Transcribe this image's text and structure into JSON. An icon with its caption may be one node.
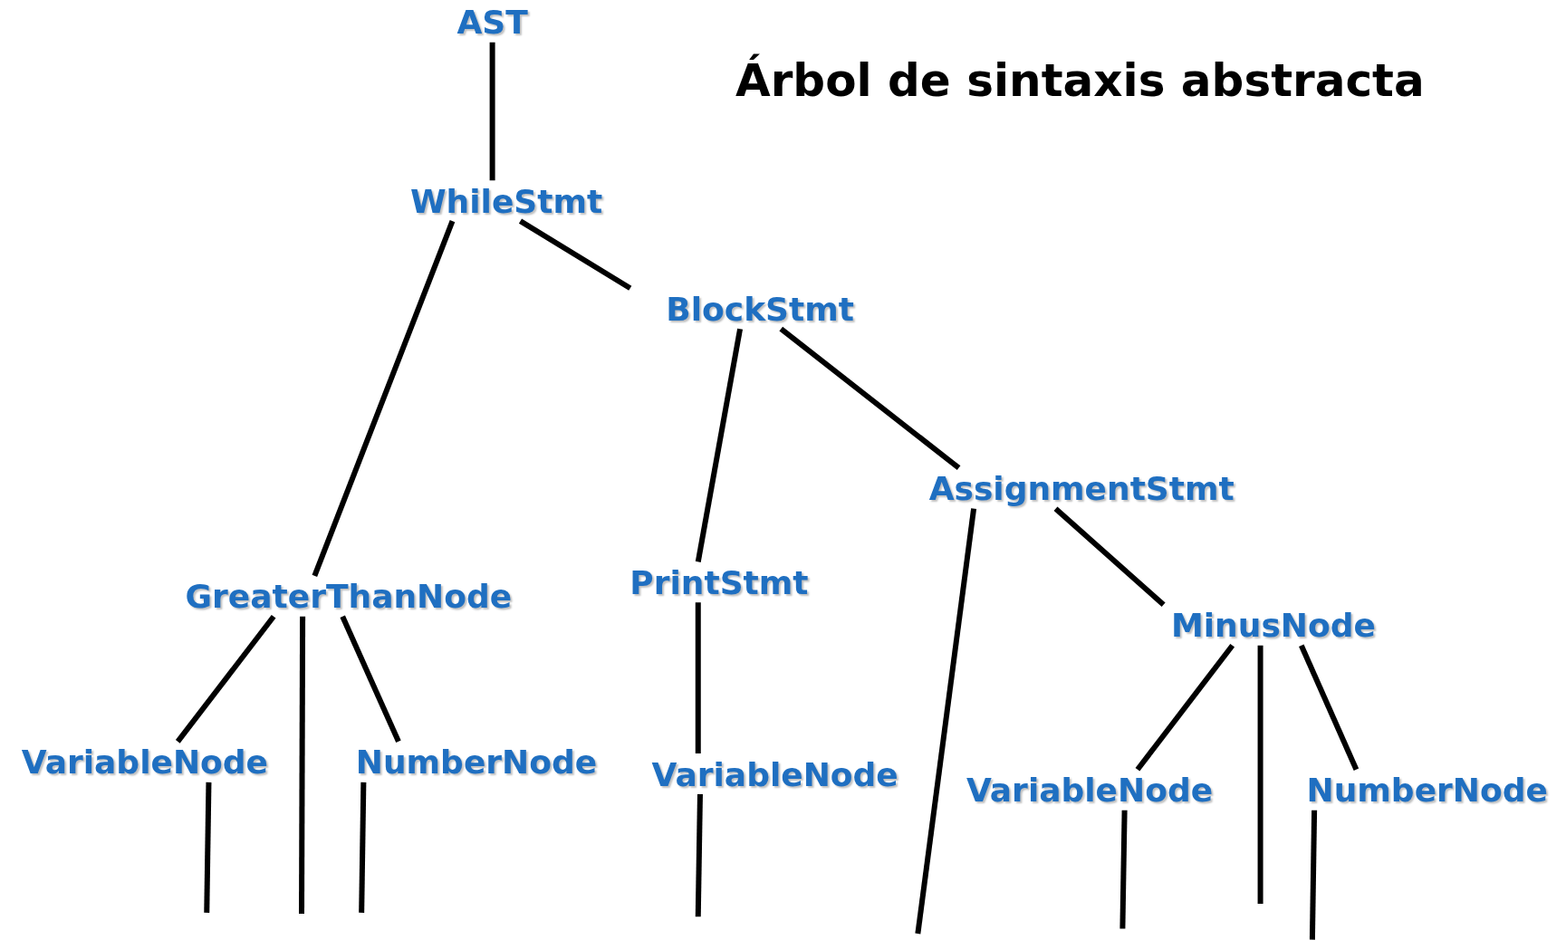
{
  "diagram": {
    "title": "Árbol de sintaxis abstracta",
    "nodes": [
      {
        "text": [
          "AST"
        ]
      },
      {
        "text": [
          "WhileStmt"
        ]
      },
      {
        "text": [
          "BlockStmt"
        ]
      },
      {
        "text": [
          "AssignmentStmt"
        ]
      },
      {
        "text": [
          "GreaterThanNode"
        ]
      },
      {
        "text": [
          "PrintStmt"
        ]
      },
      {
        "text": [
          "MinusNode"
        ]
      },
      {
        "text": [
          "VariableNode"
        ]
      },
      {
        "text": [
          "NumberNode"
        ]
      },
      {
        "text": [
          "VariableNode"
        ]
      },
      {
        "text": [
          "VariableNode"
        ]
      },
      {
        "text": [
          "NumberNode"
        ]
      }
    ],
    "edges": [
      {
        "from": 0,
        "to": 1,
        "arrow": "none"
      },
      {
        "from": 1,
        "to": 4,
        "arrow": "none"
      },
      {
        "from": 1,
        "to": 2,
        "arrow": "none"
      },
      {
        "from": 2,
        "to": 5,
        "arrow": "none"
      },
      {
        "from": 2,
        "to": 3,
        "arrow": "none"
      },
      {
        "from": 4,
        "to": 7,
        "arrow": "none"
      },
      {
        "from": 4,
        "to": null,
        "arrow": "none"
      },
      {
        "from": 4,
        "to": 8,
        "arrow": "none"
      },
      {
        "from": 5,
        "to": 9,
        "arrow": "none"
      },
      {
        "from": 3,
        "to": null,
        "arrow": "none"
      },
      {
        "from": 3,
        "to": 6,
        "arrow": "none"
      },
      {
        "from": 6,
        "to": 10,
        "arrow": "none"
      },
      {
        "from": 6,
        "to": null,
        "arrow": "none"
      },
      {
        "from": 6,
        "to": 11,
        "arrow": "none"
      },
      {
        "from": 7,
        "to": null,
        "arrow": "none"
      },
      {
        "from": 8,
        "to": null,
        "arrow": "none"
      },
      {
        "from": 9,
        "to": null,
        "arrow": "none"
      },
      {
        "from": 10,
        "to": null,
        "arrow": "none"
      },
      {
        "from": 11,
        "to": null,
        "arrow": "none"
      }
    ]
  }
}
